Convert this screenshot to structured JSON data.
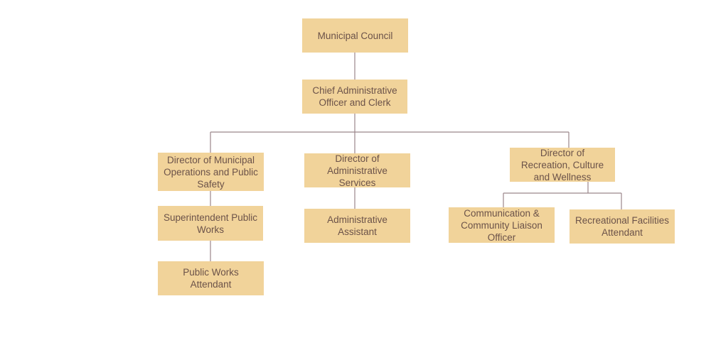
{
  "org_chart": {
    "council": "Municipal Council",
    "cao": "Chief Administrative Officer and Clerk",
    "director_operations": "Director of Municipal Operations and Public Safety",
    "superintendent": "Superintendent Public Works",
    "pw_attendant": "Public Works Attendant",
    "director_admin": "Director of Administrative Services",
    "admin_assistant": "Administrative Assistant",
    "director_recreation": "Director of Recreation, Culture and Wellness",
    "comm_officer": "Communication & Community Liaison Officer",
    "rec_attendant": "Recreational Facilities Attendant"
  },
  "colors": {
    "box_fill": "#f1d39a",
    "text": "#6b5249",
    "connector": "#9b868a"
  }
}
